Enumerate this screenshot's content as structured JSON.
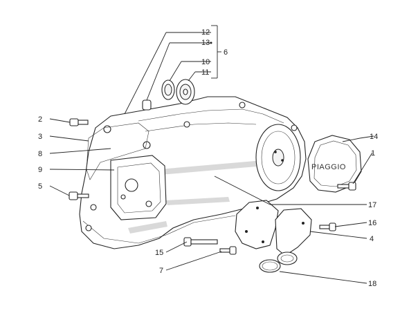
{
  "labels": {
    "l12": "12",
    "l13": "13",
    "l10": "10",
    "l11": "11",
    "l6": "6",
    "l2": "2",
    "l3": "3",
    "l8": "8",
    "l9": "9",
    "l5": "5",
    "l14": "14",
    "l1": "1",
    "l17": "17",
    "l16": "16",
    "l4": "4",
    "l15": "15",
    "l7": "7",
    "l18": "18"
  },
  "cover_brand": "PIAGGIO"
}
